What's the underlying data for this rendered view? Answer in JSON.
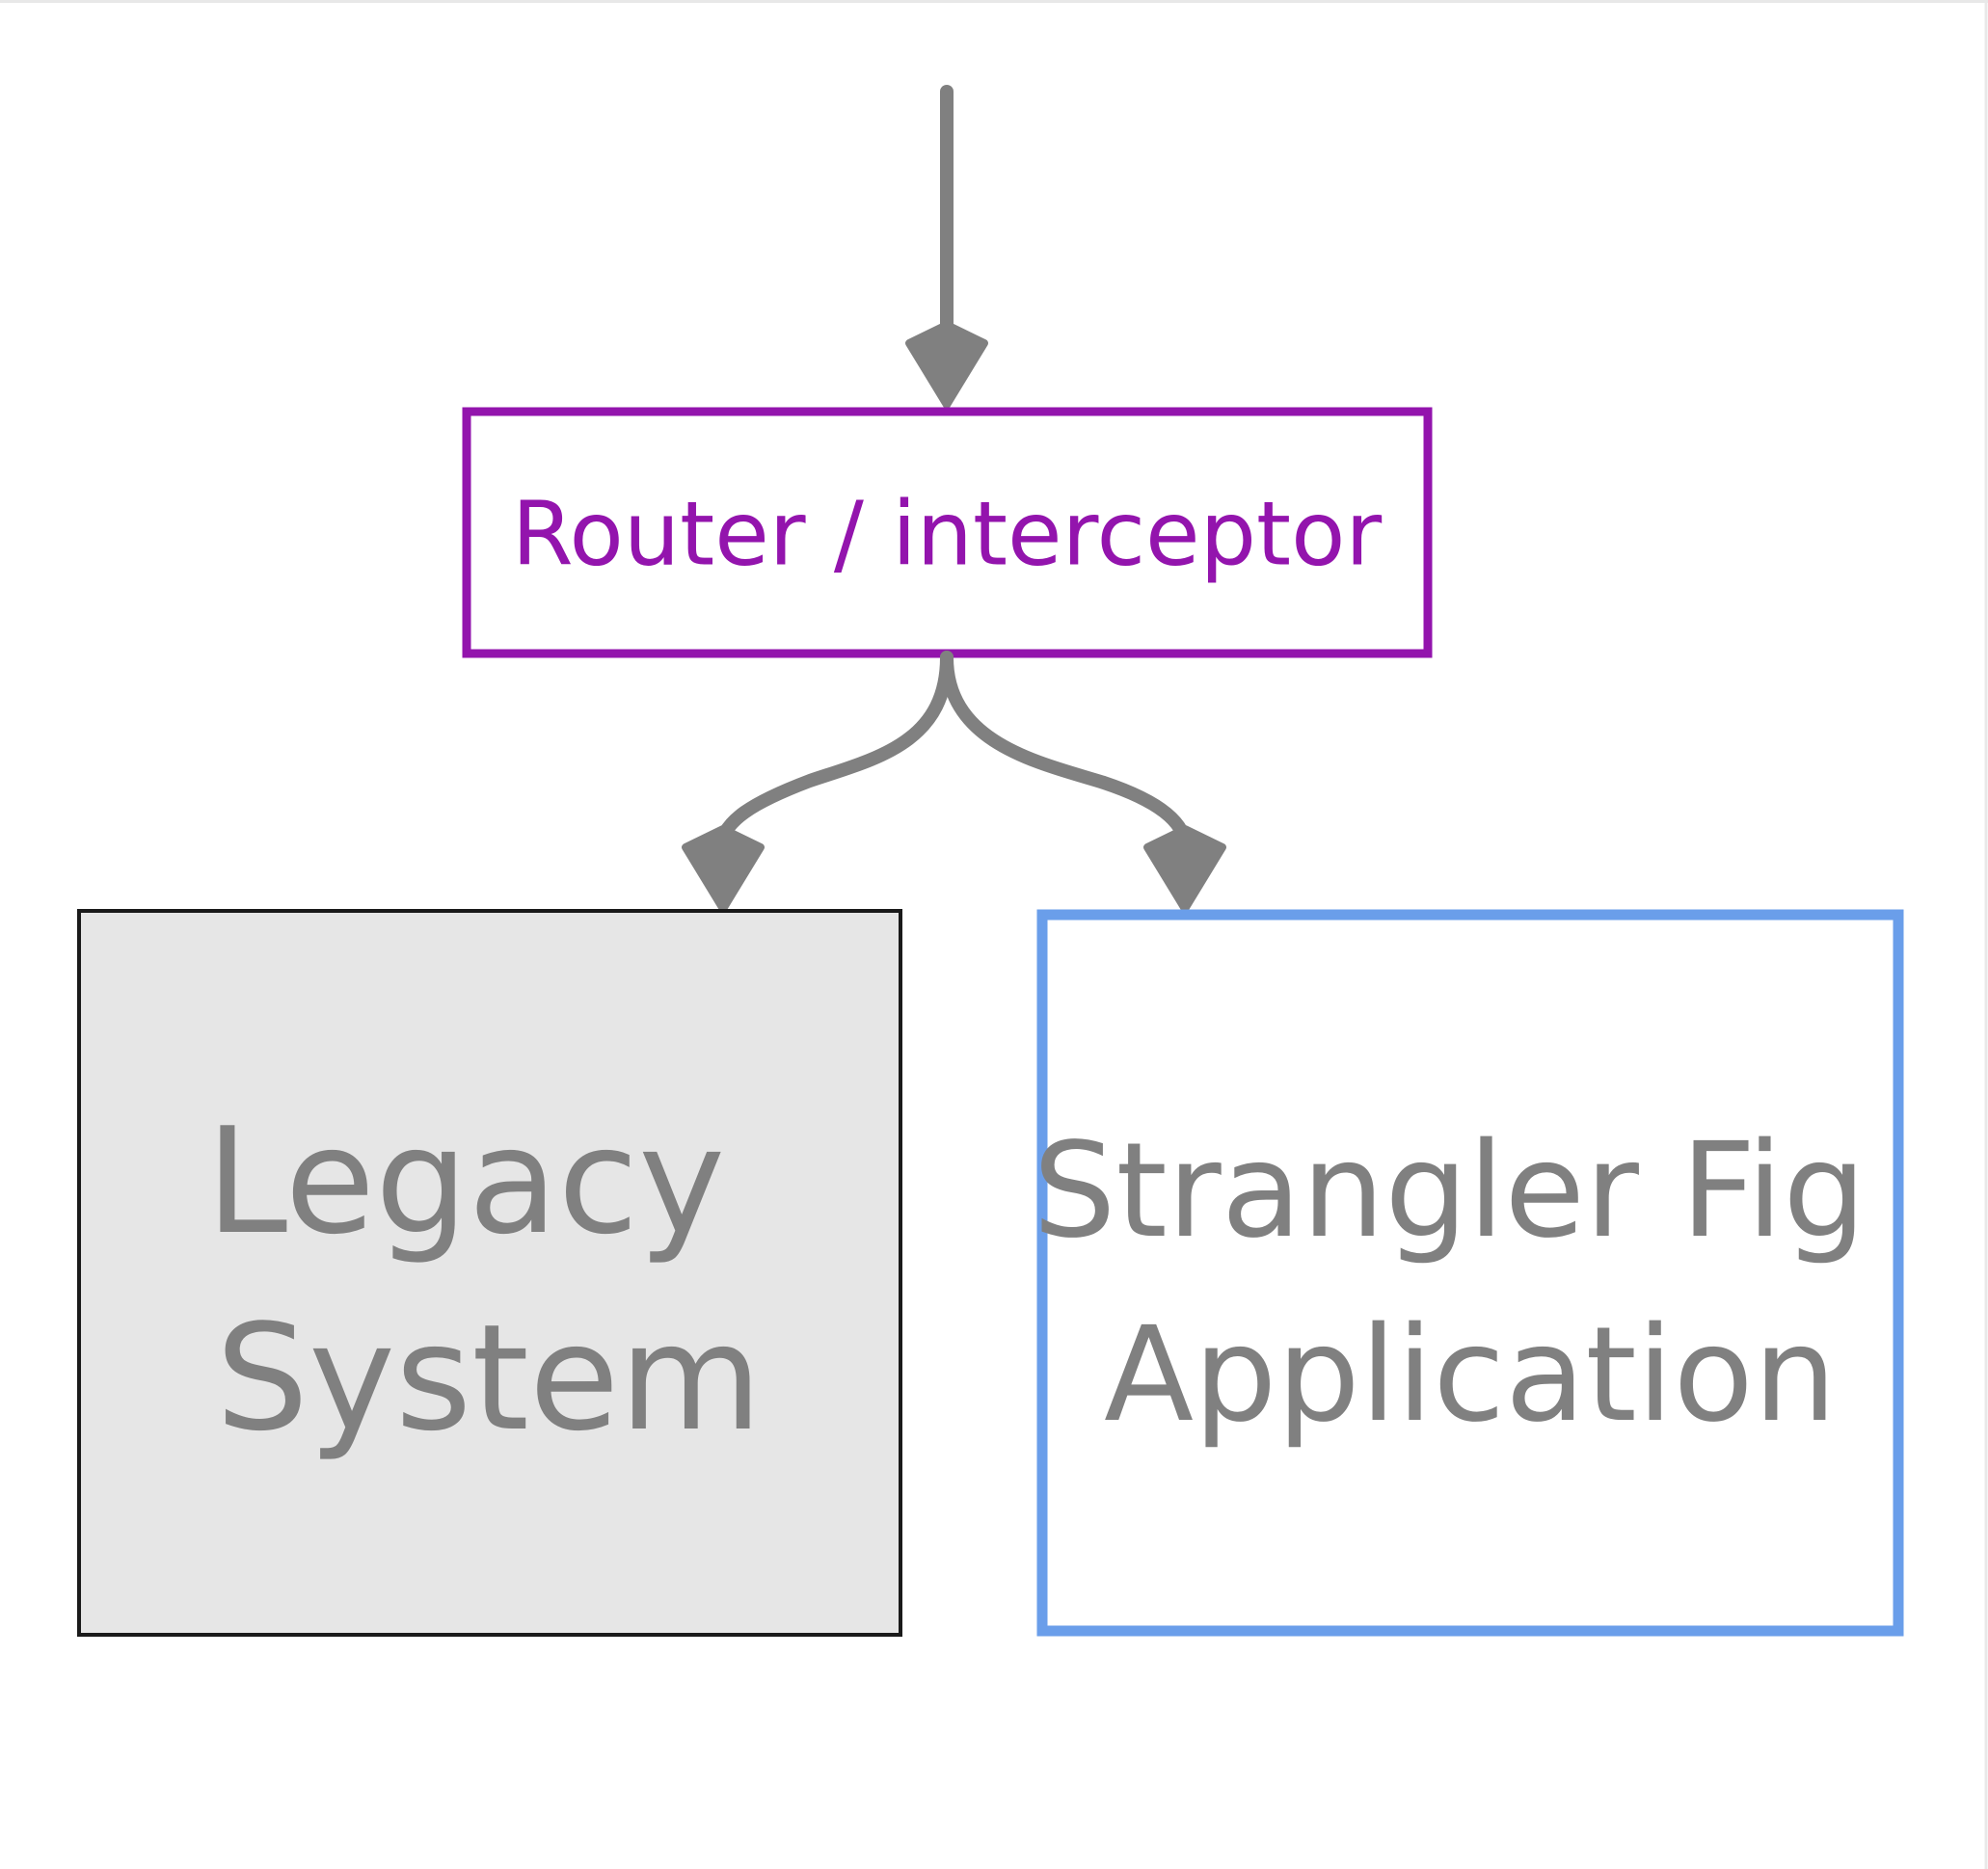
{
  "nodes": {
    "router": {
      "label": "Router / interceptor"
    },
    "legacy": {
      "lines": [
        "Legacy",
        "System"
      ]
    },
    "strangler": {
      "lines": [
        "Strangler Fig",
        "Application"
      ]
    }
  },
  "colors": {
    "arrow": "#808080",
    "router_border": "#9314ad",
    "router_text": "#9314ad",
    "legacy_fill": "#e6e6e6",
    "legacy_border": "#1a1a1a",
    "strangler_border": "#6a9eea",
    "box_text": "#808080",
    "page_border": "#e8e8e8"
  }
}
